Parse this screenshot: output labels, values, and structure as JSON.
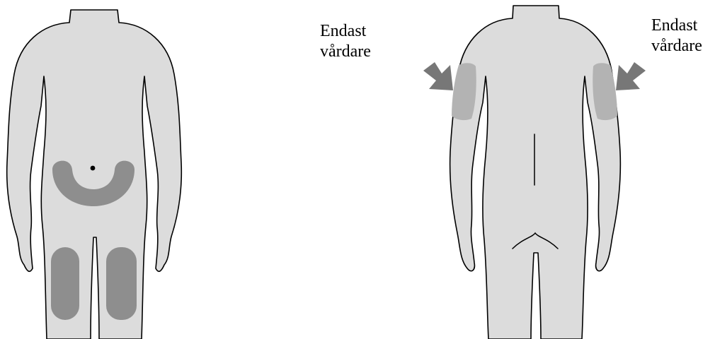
{
  "labels": {
    "caregiver_left_line1": "Endast",
    "caregiver_left_line2": "vårdare",
    "caregiver_right_line1": "Endast",
    "caregiver_right_line2": "vårdare"
  },
  "colors": {
    "body": "#dcdcdc",
    "injection_zone": "#8e8e8e",
    "caregiver_zone": "#b3b3b3",
    "arrow": "#777777",
    "outline": "#000000"
  }
}
